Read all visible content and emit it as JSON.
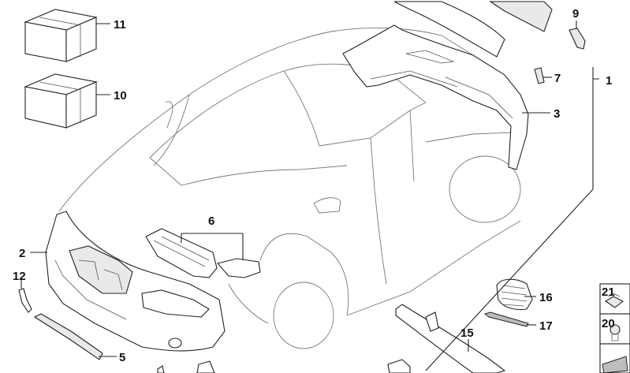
{
  "callouts": {
    "c1": "1",
    "c2": "2",
    "c3": "3",
    "c5": "5",
    "c6": "6",
    "c7": "7",
    "c9": "9",
    "c10": "10",
    "c11": "11",
    "c12": "12",
    "c15": "15",
    "c16": "16",
    "c17": "17",
    "c20": "20",
    "c21": "21"
  }
}
